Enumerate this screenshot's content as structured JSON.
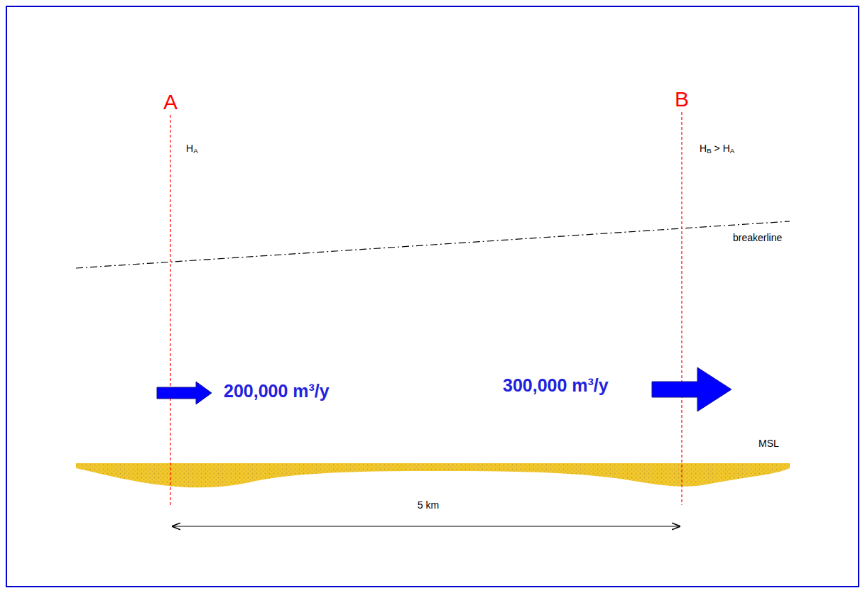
{
  "diagram": {
    "labels": [
      "A",
      "B",
      "HA",
      "HB > HA",
      "breakerline",
      "200,000 m³/y",
      "300,000 m³/y",
      "MSL",
      "5 km"
    ]
  }
}
